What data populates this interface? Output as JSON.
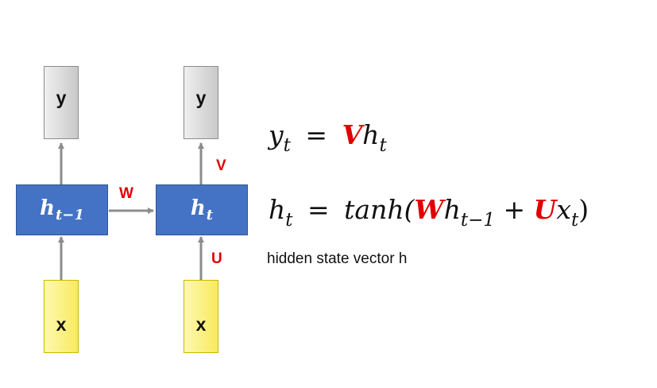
{
  "diagram": {
    "left_cell": {
      "output_label": "y",
      "hidden_base": "h",
      "hidden_sub": "t−1",
      "input_label": "x"
    },
    "right_cell": {
      "output_label": "y",
      "hidden_base": "h",
      "hidden_sub": "t",
      "input_label": "x"
    },
    "weights": {
      "recurrent": "W",
      "output": "V",
      "input": "U"
    },
    "colors": {
      "hidden_box": "#4472c4",
      "weight_label": "#e00000",
      "arrow": "#8c8c8c"
    }
  },
  "equations": {
    "eq1": {
      "lhs_base": "y",
      "lhs_sub": "t",
      "equals": "=",
      "weight": "V",
      "term_base": "h",
      "term_sub": "t"
    },
    "eq2": {
      "lhs_base": "h",
      "lhs_sub": "t",
      "equals": "=",
      "func": "tanh(",
      "w": "W",
      "h_base": "h",
      "h_sub": "t−1",
      "plus": " + ",
      "u": "U",
      "x_base": "x",
      "x_sub": "t",
      "close": ")"
    }
  },
  "caption": "hidden state vector h"
}
